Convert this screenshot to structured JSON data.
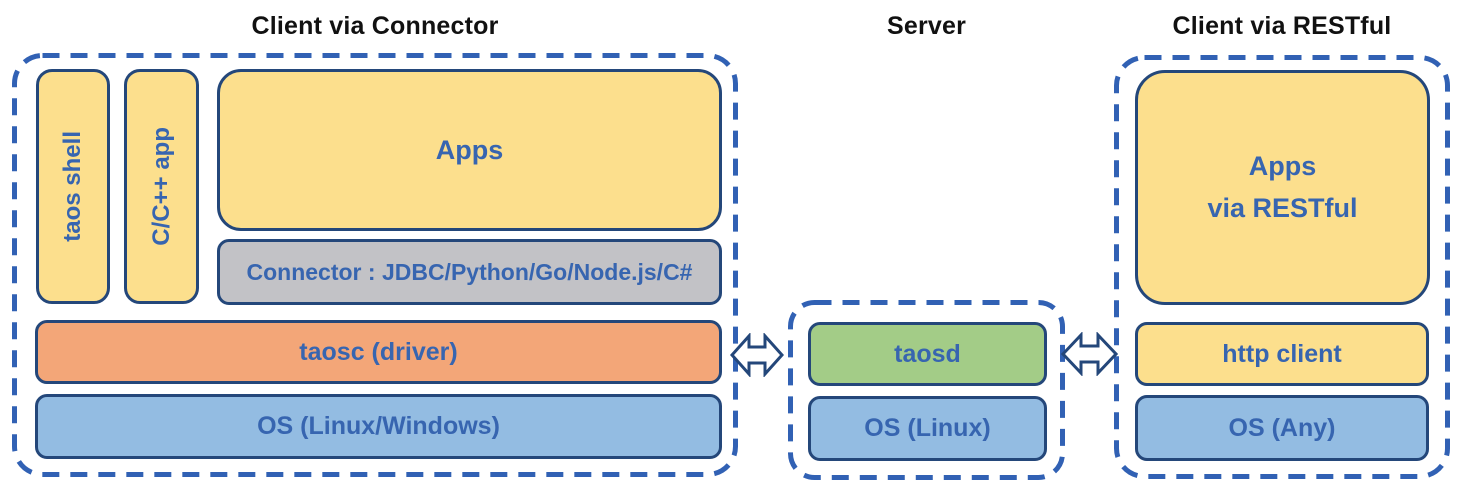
{
  "diagram": {
    "sections": {
      "connector_client": {
        "title": "Client via Connector",
        "taos_shell": "taos shell",
        "cpp_app": "C/C++ app",
        "apps": "Apps",
        "connector": "Connector : JDBC/Python/Go/Node.js/C#",
        "taosc": "taosc (driver)",
        "os": "OS (Linux/Windows)"
      },
      "server": {
        "title": "Server",
        "taosd": "taosd",
        "os": "OS (Linux)"
      },
      "restful_client": {
        "title": "Client via RESTful",
        "apps_line1": "Apps",
        "apps_line2": "via RESTful",
        "http_client": "http client",
        "os": "OS (Any)"
      }
    },
    "colors": {
      "yellow": "#FCDF8D",
      "orange": "#F3A678",
      "blue_light": "#93BCE2",
      "green": "#A3CC87",
      "gray": "#C2C2C6",
      "dashed_blue": "#3161B4",
      "box_border": "#24477A",
      "label_blue": "#3765B0",
      "title_black": "#111111"
    }
  }
}
